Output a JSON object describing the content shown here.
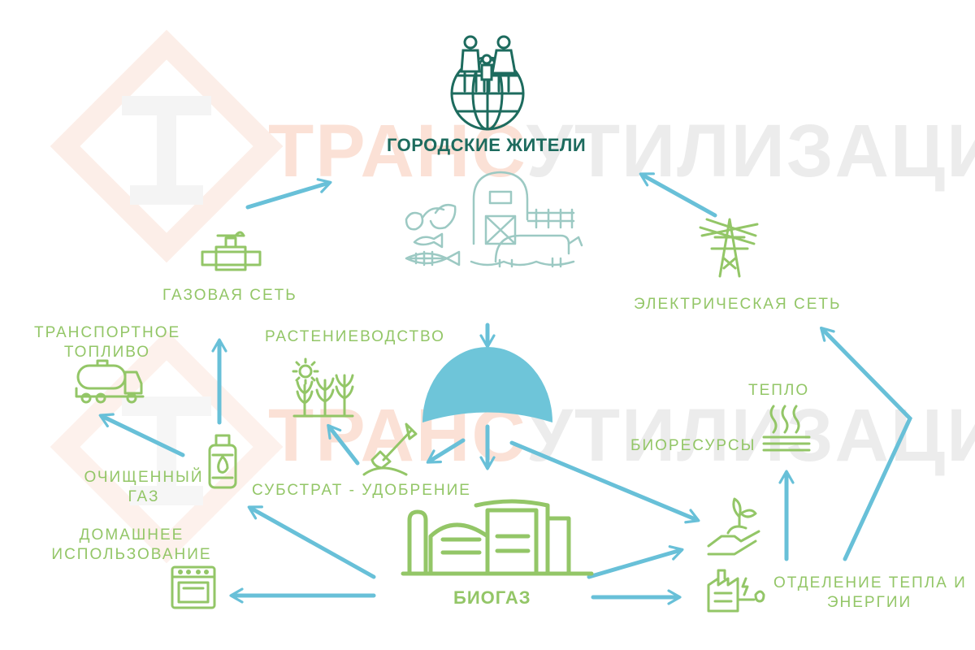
{
  "watermark": {
    "part1": "ТРАНС",
    "part2": "УТИЛИЗАЦИЯ"
  },
  "center": {
    "title": "ГОРОДСКИЕ ЖИТЕЛИ",
    "biogas": "БИОГАЗ"
  },
  "labels": {
    "gas_grid": "ГАЗОВАЯ СЕТЬ",
    "transport_fuel_1": "ТРАНСПОРТНОЕ",
    "transport_fuel_2": "ТОПЛИВО",
    "plant_growing": "РАСТЕНИЕВОДСТВО",
    "purified_gas_1": "ОЧИЩЕННЫЙ",
    "purified_gas_2": "ГАЗ",
    "substrate": "СУБСТРАТ - УДОБРЕНИЕ",
    "home_use_1": "ДОМАШНЕЕ",
    "home_use_2": "ИСПОЛЬЗОВАНИЕ",
    "electric_grid": "ЭЛЕКТРИЧЕСКАЯ СЕТЬ",
    "heat": "ТЕПЛО",
    "bioresources": "БИОРЕСУРСЫ",
    "chp_1": "ОТДЕЛЕНИЕ ТЕПЛА И",
    "chp_2": "ЭНЕРГИИ"
  },
  "colors": {
    "arrow": "#68c0d8",
    "green": "#93c667",
    "teal": "#1d6b5e",
    "light_teal": "#9cc9c3",
    "dome": "#6ec5d9"
  },
  "icons": [
    "people-globe-icon",
    "farm-barn-icon",
    "gas-pipe-icon",
    "fuel-truck-icon",
    "gas-cylinder-icon",
    "crops-sun-icon",
    "shovel-icon",
    "stove-icon",
    "power-tower-icon",
    "heat-waves-icon",
    "hand-sprout-icon",
    "power-plant-icon",
    "biogas-plant-icon",
    "digester-dome-icon"
  ]
}
